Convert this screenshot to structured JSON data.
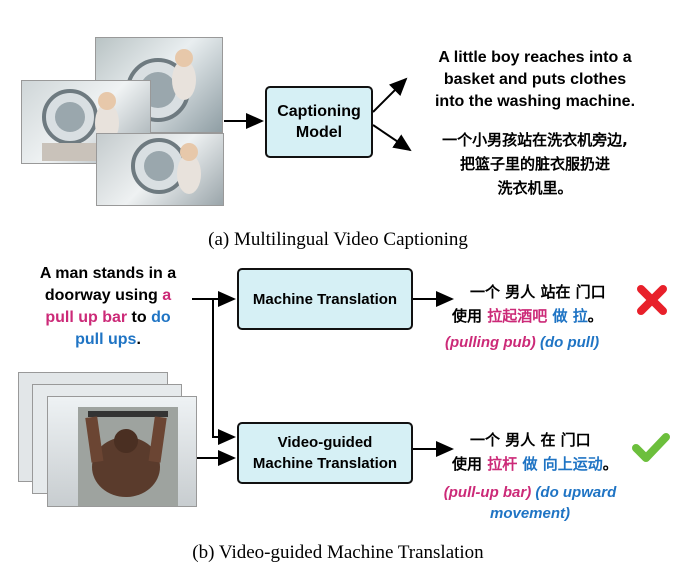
{
  "part_a": {
    "model_box": [
      "Captioning",
      "Model"
    ],
    "caption_en": [
      "A little boy reaches into a",
      "basket and puts clothes",
      "into the washing machine."
    ],
    "caption_zh": [
      "一个小男孩站在洗衣机旁边,",
      "把篮子里的脏衣服扔进",
      "洗衣机里。"
    ],
    "title": "(a) Multilingual Video Captioning"
  },
  "part_b": {
    "source_line1": "A man stands in a",
    "source_line2_a": "doorway using ",
    "source_line2_b": "a",
    "source_line3_a": "pull up bar",
    "source_line3_b": " to ",
    "source_line3_c": "do",
    "source_line4": "pull ups",
    "source_line4_end": ".",
    "mt_box": "Machine Translation",
    "vmt_box": [
      "Video-guided",
      "Machine Translation"
    ],
    "mt_out_line1": "一个 男人 站在 门口",
    "mt_out_line2_a": "使用 ",
    "mt_out_line2_b": "拉起酒吧",
    "mt_out_line2_c": "做 拉",
    "mt_out_line2_d": "。",
    "mt_note_a": "(pulling pub)",
    "mt_note_b": "(do pull)",
    "vmt_out_line1": "一个 男人 在 门口",
    "vmt_out_line2_a": "使用 ",
    "vmt_out_line2_b": "拉杆",
    "vmt_out_line2_c": "做 向上运动",
    "vmt_out_line2_d": "。",
    "vmt_note_a": "(pull-up bar)",
    "vmt_note_b": "(do upward",
    "vmt_note_c": "movement)",
    "title": "(b) Video-guided Machine Translation"
  },
  "colors": {
    "box_fill": "#d6f0f5",
    "pink": "#cc2a78",
    "blue": "#1f74c4",
    "cross": "#e8202a",
    "check": "#6cbf3c"
  },
  "icons": {
    "wrong": "cross-icon",
    "right": "check-icon"
  }
}
